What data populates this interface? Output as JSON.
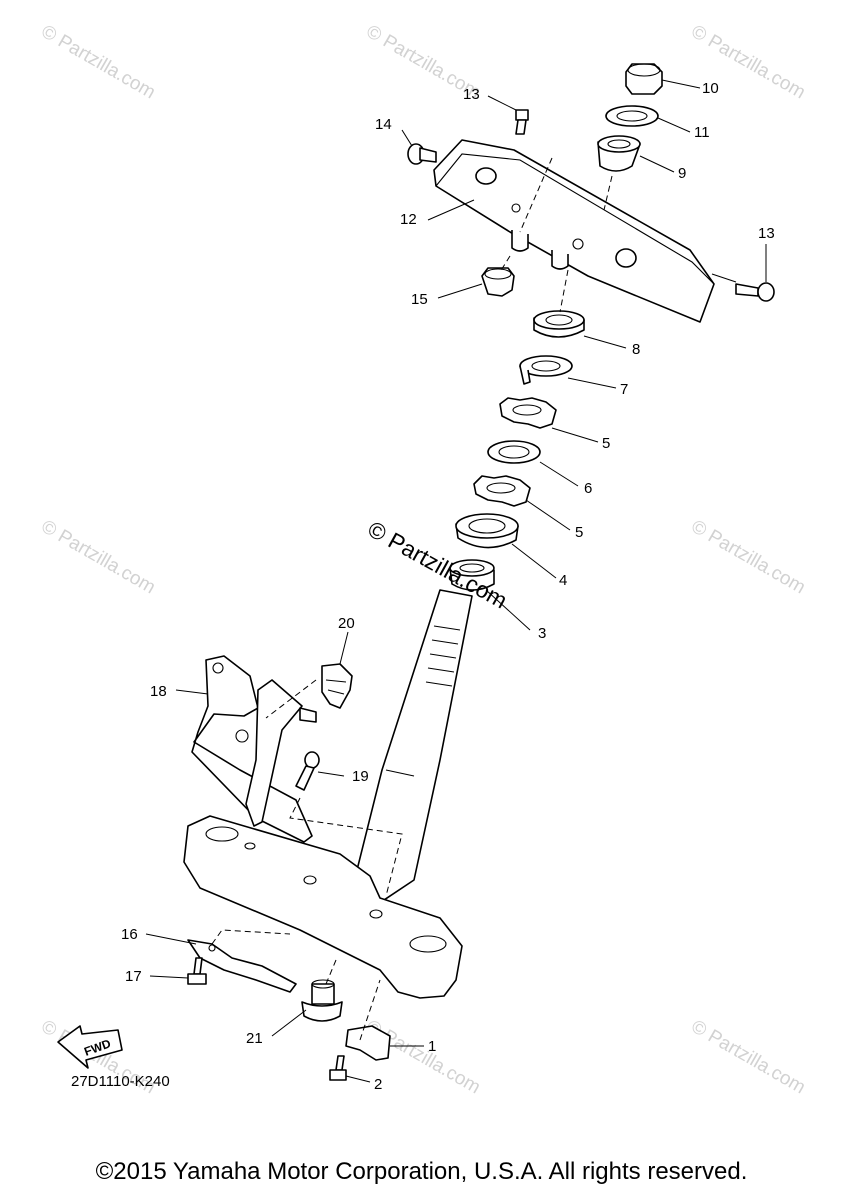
{
  "diagram": {
    "drawing_code": "27D1110-K240",
    "fwd_label": "FWD",
    "watermark_text": "© Partzilla.com",
    "center_watermark": "© Partzilla.com",
    "callouts": {
      "c1": "1",
      "c2": "2",
      "c3": "3",
      "c4": "4",
      "c5a": "5",
      "c5b": "5",
      "c6": "6",
      "c7": "7",
      "c8": "8",
      "c9": "9",
      "c10": "10",
      "c11": "11",
      "c12": "12",
      "c13a": "13",
      "c13b": "13",
      "c14": "14",
      "c15": "15",
      "c16": "16",
      "c17": "17",
      "c18": "18",
      "c19": "19",
      "c20": "20",
      "c21": "21"
    }
  },
  "footer": {
    "copyright": "©2015 Yamaha Motor Corporation, U.S.A. All rights reserved."
  }
}
